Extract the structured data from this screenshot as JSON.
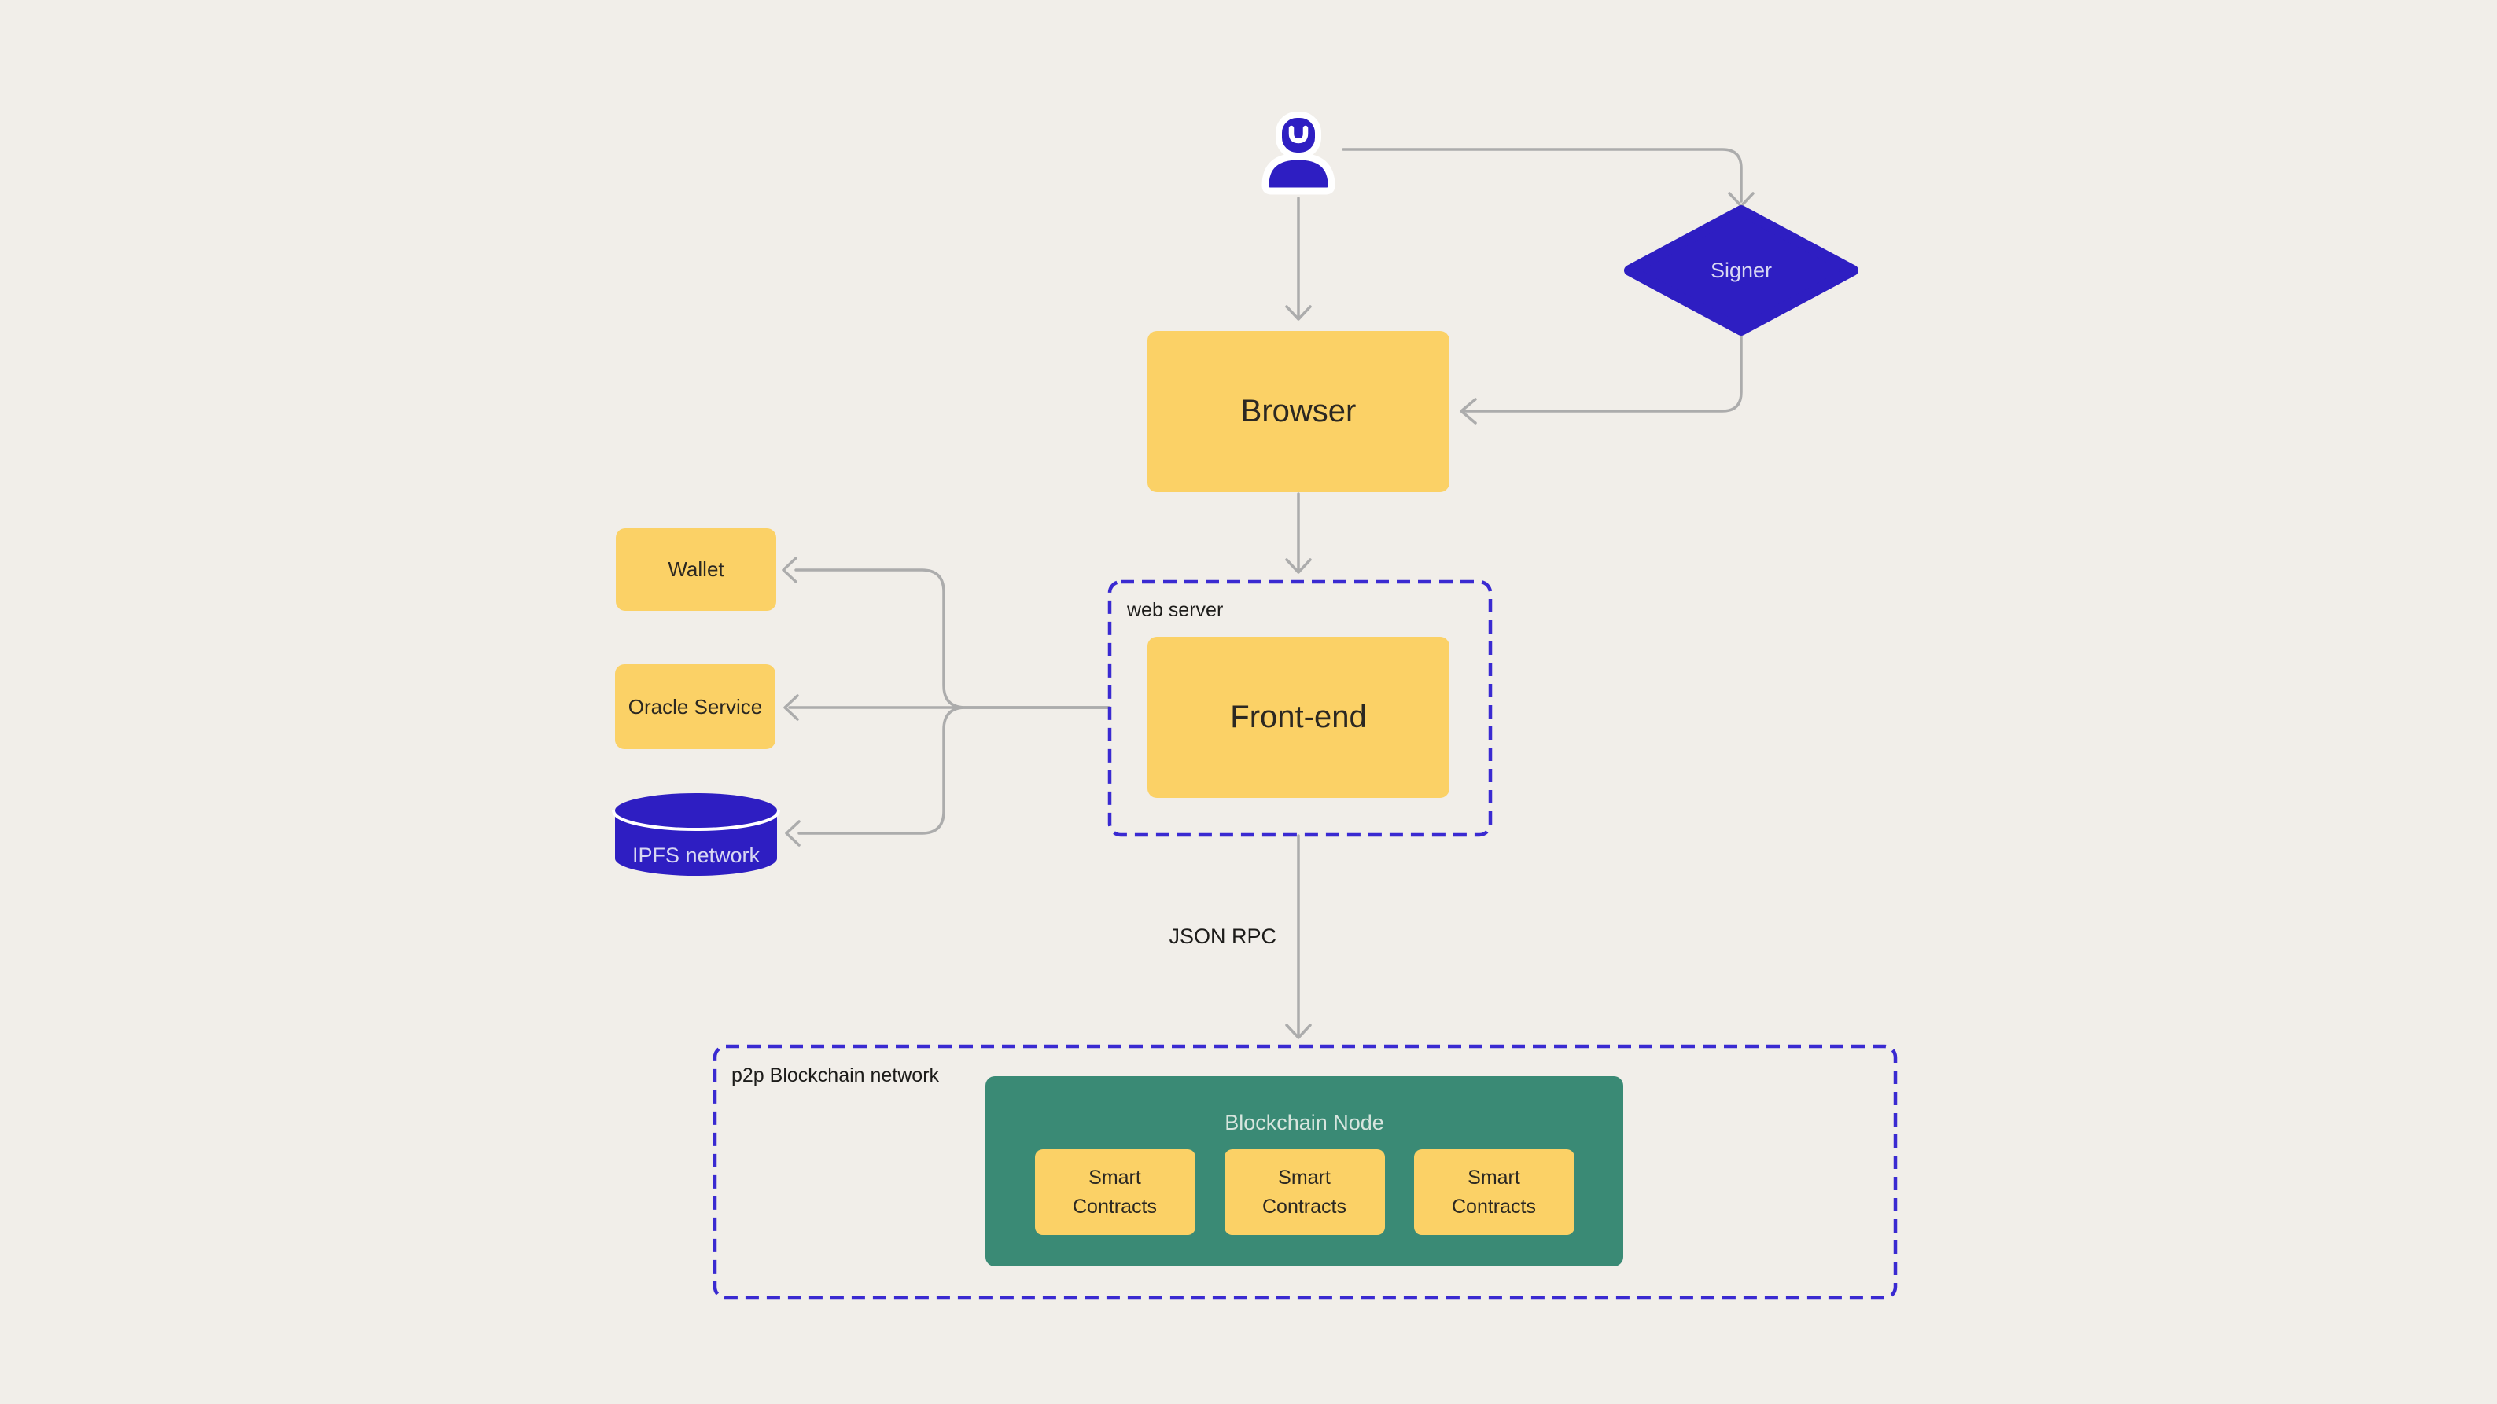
{
  "diagram": {
    "nodes": {
      "signer": {
        "label": "Signer",
        "shape": "diamond"
      },
      "browser": {
        "label": "Browser",
        "shape": "rect"
      },
      "web_server_group": {
        "label": "web server",
        "shape": "dashed-container"
      },
      "frontend": {
        "label": "Front-end",
        "shape": "rect"
      },
      "wallet": {
        "label": "Wallet",
        "shape": "rect"
      },
      "oracle": {
        "label": "Oracle Service",
        "shape": "rect"
      },
      "ipfs": {
        "label": "IPFS network",
        "shape": "cylinder"
      },
      "p2p_group": {
        "label": "p2p Blockchain network",
        "shape": "dashed-container"
      },
      "blockchain_node": {
        "label": "Blockchain Node",
        "shape": "rect"
      },
      "smart_contracts": [
        "Smart Contracts",
        "Smart Contracts",
        "Smart Contracts"
      ]
    },
    "edges": {
      "json_rpc_label": "JSON RPC"
    },
    "colors": {
      "background": "#f1eee9",
      "node_yellow": "#fbd166",
      "node_green": "#3a8a75",
      "shape_indigo": "#2e1ec2",
      "dashed_border": "#3a2ad1",
      "arrow_gray": "#acacac",
      "text_dark": "#2b2822",
      "text_light_on_indigo": "#d8d7f2",
      "text_light_on_green": "#d7e5de"
    }
  }
}
